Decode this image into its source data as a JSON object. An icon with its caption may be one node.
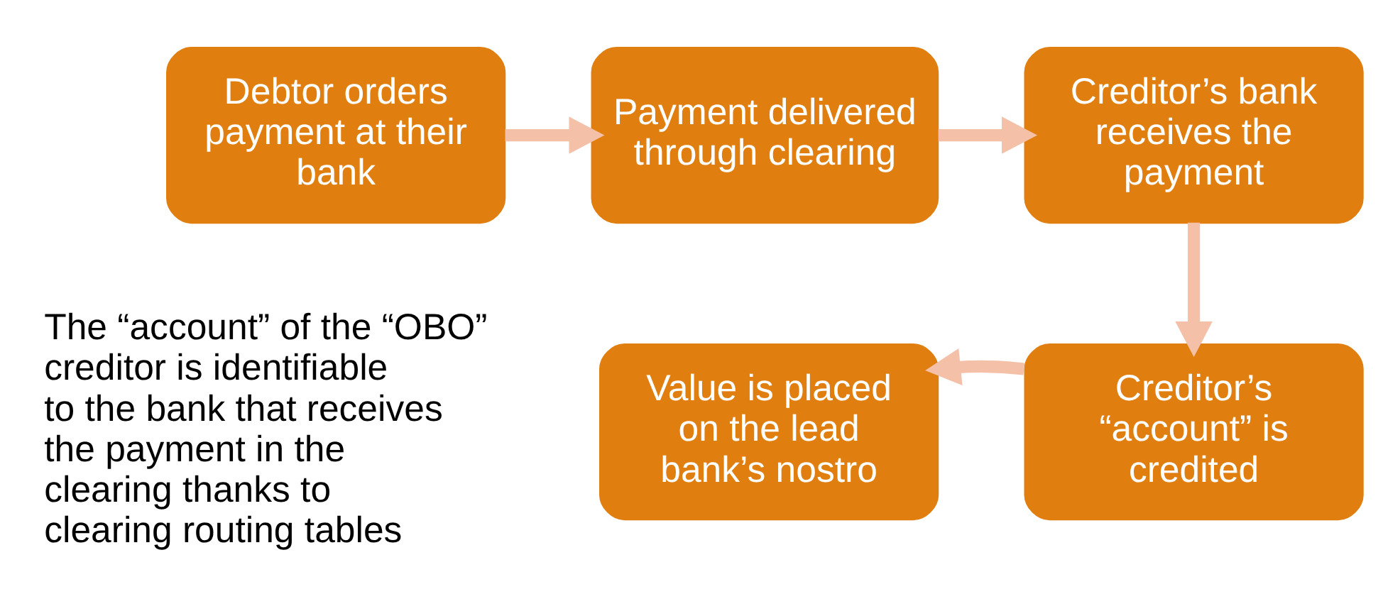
{
  "diagram": {
    "nodes": [
      {
        "text": [
          "Debtor orders payment at their bank"
        ]
      },
      {
        "text": [
          "Payment delivered through clearing"
        ]
      },
      {
        "text": [
          "Creditor’s bank receives the payment"
        ]
      },
      {
        "text": [
          "Creditor’s “account” is credited"
        ]
      },
      {
        "text": [
          "Value is placed on the lead bank’s nostro"
        ]
      }
    ],
    "edges": [
      {
        "from": 0,
        "to": 1,
        "arrow": "to"
      },
      {
        "from": 1,
        "to": 2,
        "arrow": "to"
      },
      {
        "from": 2,
        "to": 3,
        "arrow": "to"
      },
      {
        "from": 3,
        "to": 4,
        "arrow": "to"
      }
    ],
    "labels": [
      "The “account” of the “OBO” creditor is identifiable to the bank that receives the payment in the clearing thanks to clearing routing tables"
    ]
  }
}
